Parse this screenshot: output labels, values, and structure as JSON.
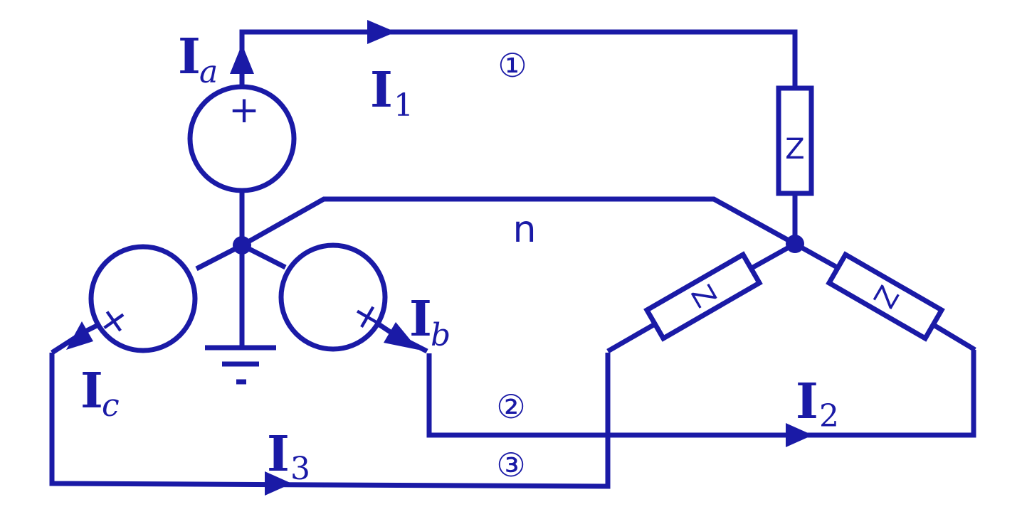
{
  "currents": {
    "ia": {
      "main": "I",
      "sub": "a"
    },
    "ib": {
      "main": "I",
      "sub": "b"
    },
    "ic": {
      "main": "I",
      "sub": "c"
    },
    "i1": {
      "main": "I",
      "sub": "1"
    },
    "i2": {
      "main": "I",
      "sub": "2"
    },
    "i3": {
      "main": "I",
      "sub": "3"
    }
  },
  "nodes": {
    "line1": "①",
    "line2": "②",
    "line3": "③",
    "neutral": "n"
  },
  "loads": {
    "z_top": "Z",
    "z_left": "Z",
    "z_right": "Z"
  },
  "sources": {
    "polarity_a": "+",
    "polarity_b": "+",
    "polarity_c": "+"
  },
  "colors": {
    "ink": "#1a1aa6",
    "background": "#ffffff"
  }
}
